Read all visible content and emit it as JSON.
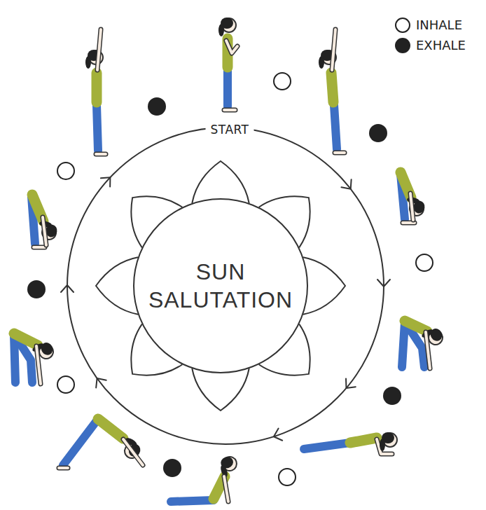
{
  "diagram": {
    "nodes": [
      {
        "text": [
          "SUN SALUTATION"
        ]
      }
    ],
    "labels": [
      "START"
    ],
    "legend": [
      {
        "text": "INHALE",
        "color": "#ffffff"
      },
      {
        "text": "EXHALE",
        "color": "#222222"
      }
    ]
  }
}
